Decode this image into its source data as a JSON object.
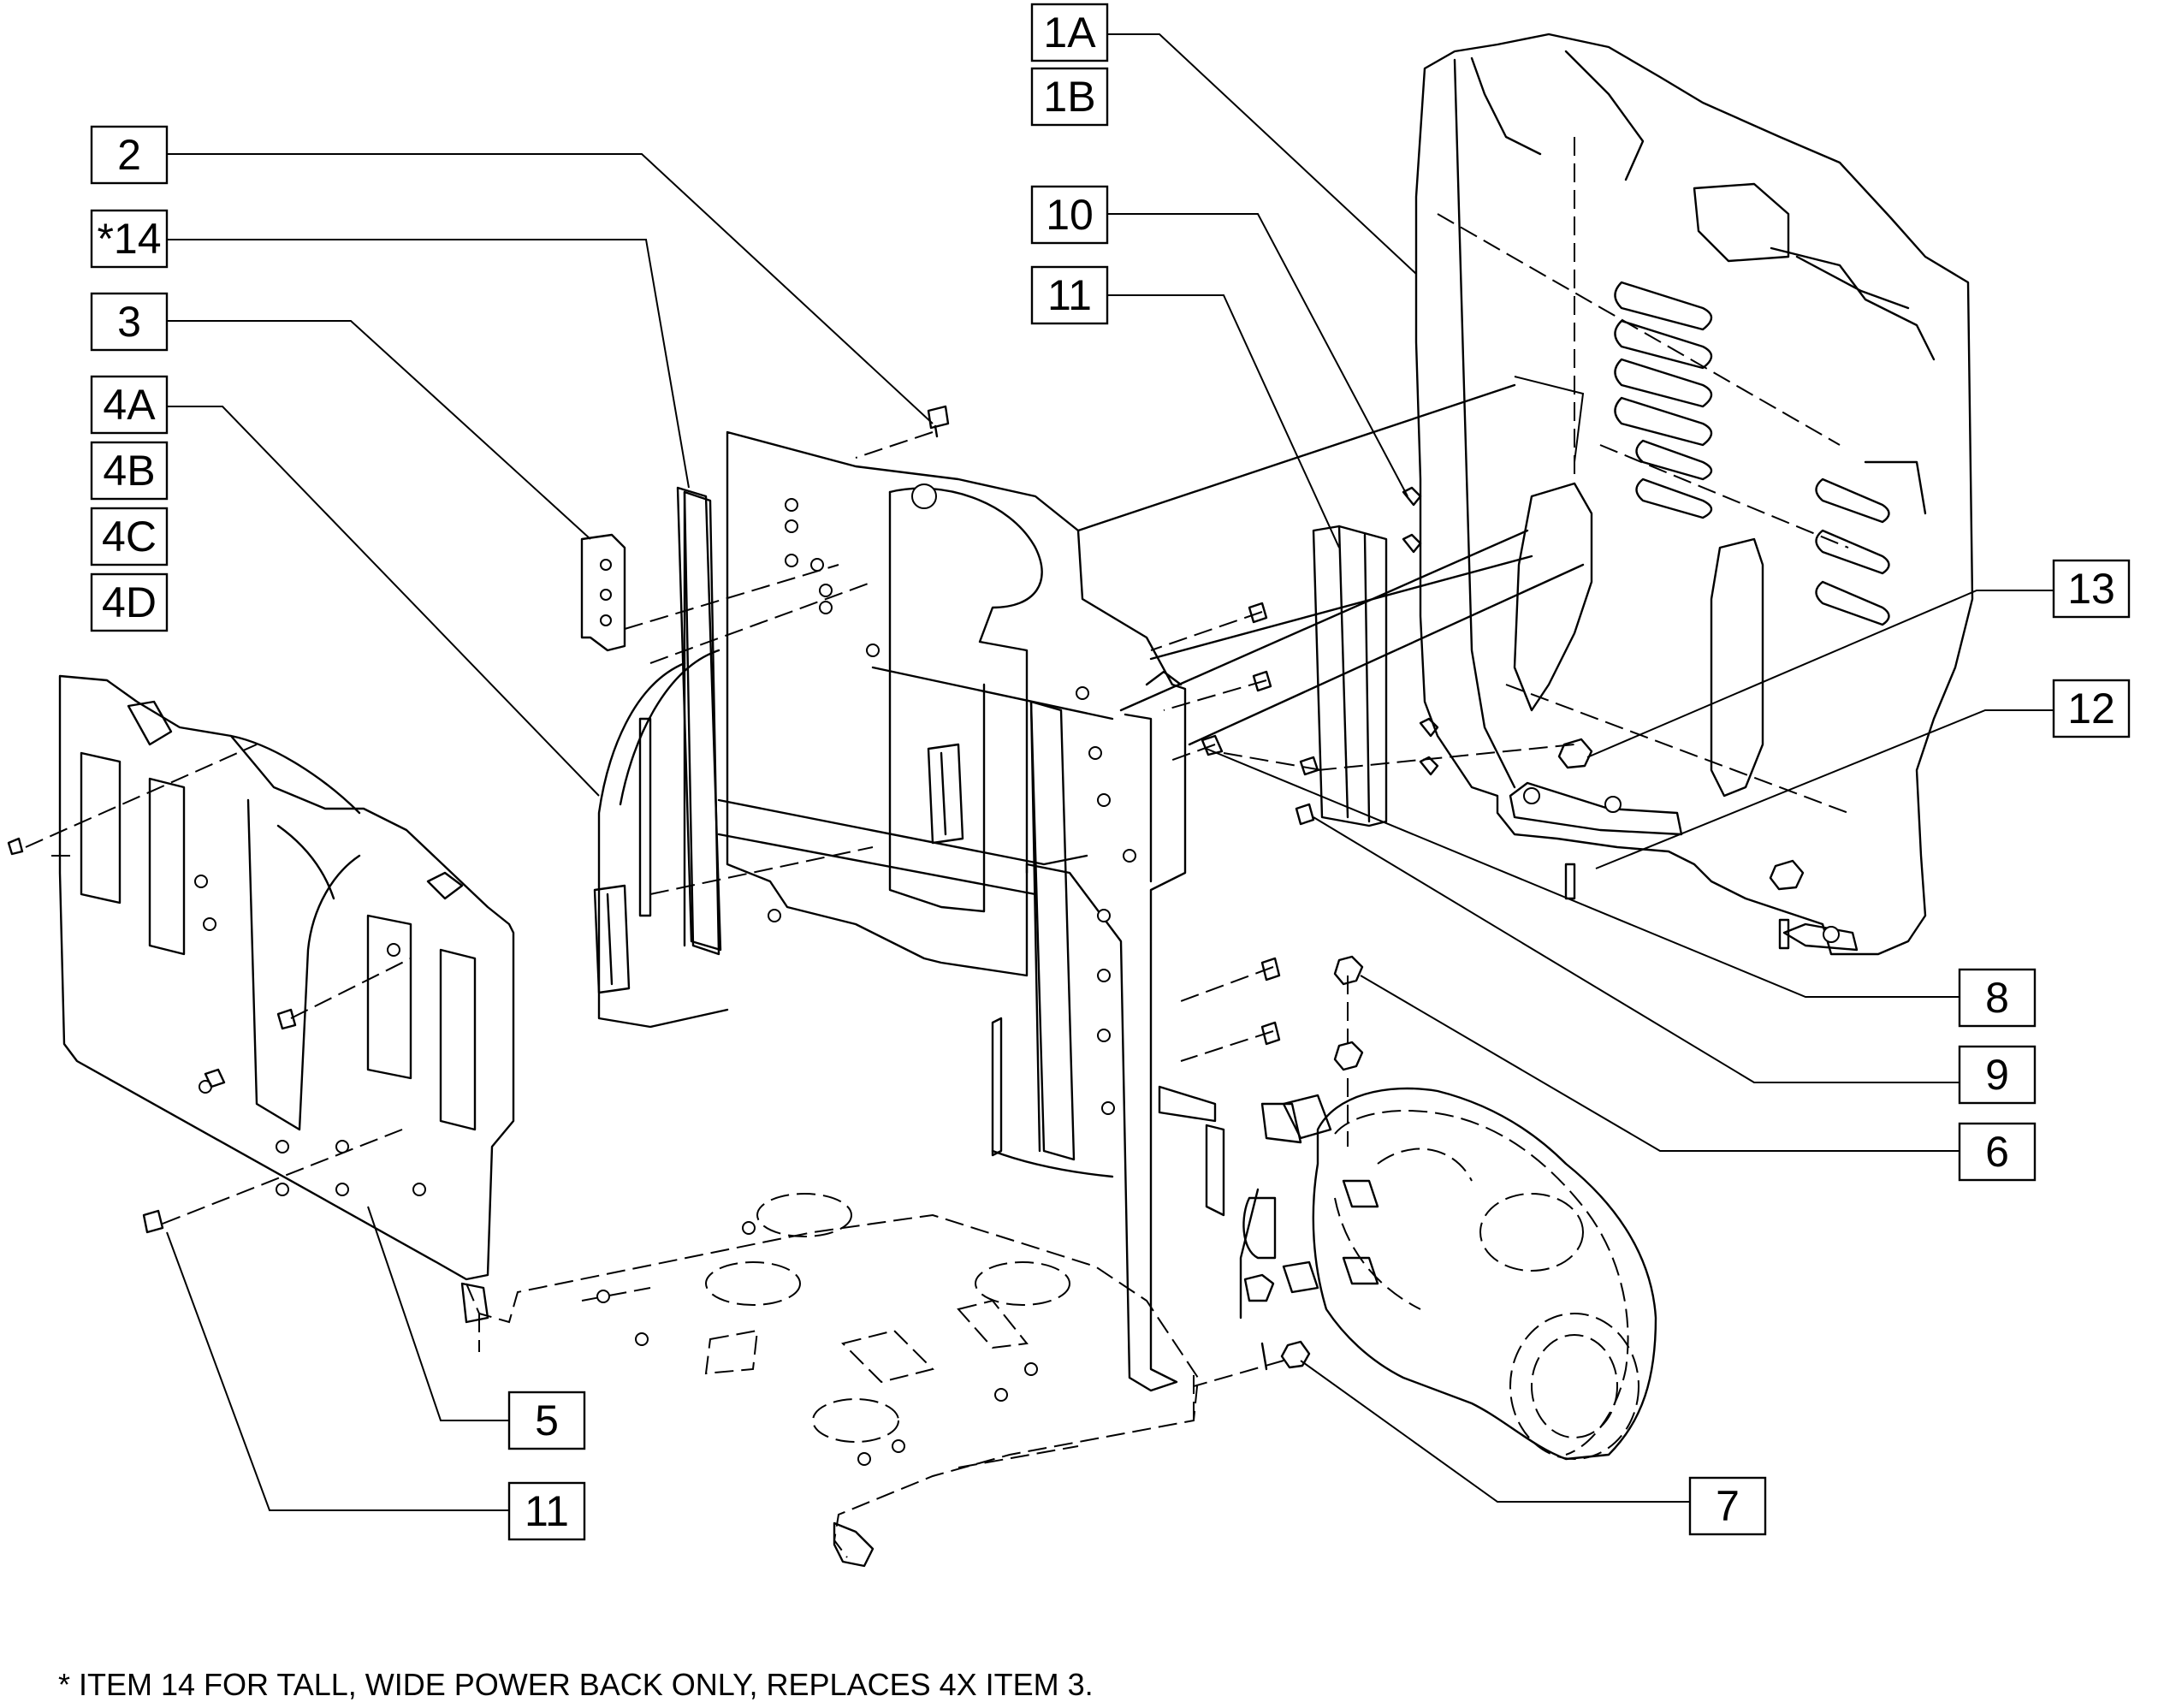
{
  "callouts": {
    "c1a": "1A",
    "c1b": "1B",
    "c2": "2",
    "c14": "*14",
    "c3": "3",
    "c4a": "4A",
    "c4b": "4B",
    "c4c": "4C",
    "c4d": "4D",
    "c10": "10",
    "c11top": "11",
    "c13": "13",
    "c12": "12",
    "c8": "8",
    "c9": "9",
    "c6": "6",
    "c5": "5",
    "c11bot": "11",
    "c7": "7"
  },
  "footnote": "* ITEM 14 FOR TALL, WIDE POWER BACK ONLY, REPLACES 4X ITEM 3."
}
